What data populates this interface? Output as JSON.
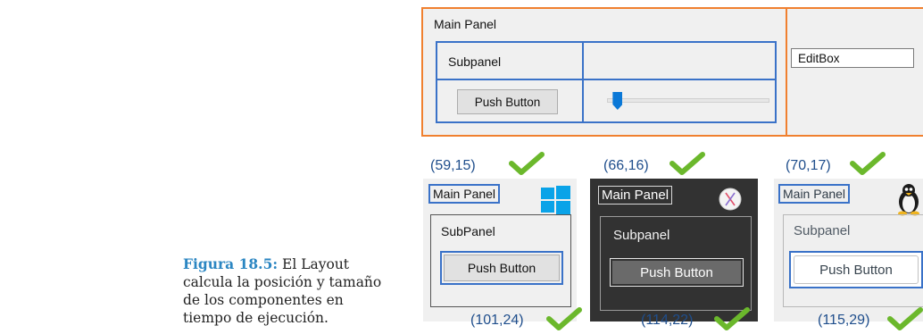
{
  "caption": {
    "label": "Figura 18.5:",
    "text": " El Layout calcula la posición y tamaño de los componentes en tiempo de ejecución."
  },
  "layout_panel": {
    "main_label": "Main Panel",
    "subpanel_label": "Subpanel",
    "push_button": "Push Button",
    "editbox": "EditBox",
    "slider_value": 0.02
  },
  "windows": {
    "size_top": "(59,15)",
    "size_bottom": "(101,24)",
    "main_label": "Main Panel",
    "subpanel_label": "SubPanel",
    "push_button": "Push Button",
    "logo": "windows-logo-icon"
  },
  "macos": {
    "size_top": "(66,16)",
    "size_bottom": "(114,22)",
    "main_label": "Main Panel",
    "subpanel_label": "Subpanel",
    "push_button": "Push Button",
    "logo": "macos-logo-icon"
  },
  "linux": {
    "size_top": "(70,17)",
    "size_bottom": "(115,29)",
    "main_label": "Main Panel",
    "subpanel_label": "Subpanel",
    "push_button": "Push Button",
    "logo": "tux-penguin-icon"
  },
  "colors": {
    "layout_border": "#f0802f",
    "highlight_border": "#3a72c8",
    "check": "#6bb82c",
    "dimension_text": "#1f4e8c",
    "caption_label": "#2b86c2"
  },
  "icons": [
    "checkmark-icon",
    "windows-logo-icon",
    "macos-logo-icon",
    "tux-penguin-icon"
  ]
}
